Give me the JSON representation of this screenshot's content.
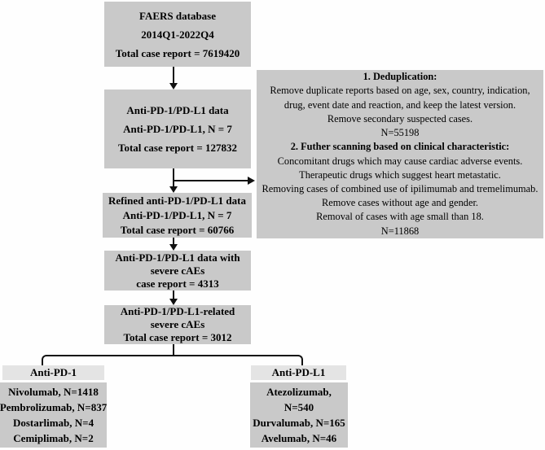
{
  "colors": {
    "box_fill": "#c9c9c9",
    "header_fill": "#e4e4e4",
    "line": "#111111",
    "page_bg": "#fefefe",
    "text": "#000000"
  },
  "flowchart": {
    "faers_box": {
      "lines": [
        "FAERS database",
        "2014Q1-2022Q4",
        "Total case report = 7619420"
      ]
    },
    "anti_pd_data_box": {
      "lines": [
        "Anti-PD-1/PD-L1 data",
        "Anti-PD-1/PD-L1, N = 7",
        "Total case report = 127832"
      ]
    },
    "exclusion_box": {
      "lines": [
        {
          "text": "1. Deduplication:",
          "bold": true
        },
        {
          "text": "Remove duplicate reports based on age, sex, country, indication,"
        },
        {
          "text": "drug, event date and reaction, and keep the latest version."
        },
        {
          "text": "Remove secondary suspected cases."
        },
        {
          "text": "N=55198"
        },
        {
          "text": "2. Futher scanning based on clinical characteristic:",
          "bold": true
        },
        {
          "text": "Concomitant drugs which may cause cardiac adverse events."
        },
        {
          "text": "Therapeutic drugs which suggest heart metastatic."
        },
        {
          "text": "Removing cases of combined use of ipilimumab and tremelimumab."
        },
        {
          "text": "Remove cases without age and gender."
        },
        {
          "text": "Removal of cases with age small than 18."
        },
        {
          "text": "N=11868"
        }
      ]
    },
    "refined_box": {
      "lines": [
        "Refined anti-PD-1/PD-L1 data",
        "Anti-PD-1/PD-L1, N = 7",
        "Total case report = 60766"
      ]
    },
    "severe_caes_box": {
      "lines": [
        "Anti-PD-1/PD-L1 data with",
        "severe cAEs",
        "case report = 4313"
      ]
    },
    "related_caes_box": {
      "lines": [
        "Anti-PD-1/PD-L1-related",
        "severe cAEs",
        "Total case report = 3012"
      ]
    },
    "anti_pd1_group": {
      "header": "Anti-PD-1",
      "lines": [
        "Nivolumab, N=1418",
        "Pembrolizumab, N=837",
        "Dostarlimab, N=4",
        "Cemiplimab, N=2"
      ]
    },
    "anti_pdl1_group": {
      "header": "Anti-PD-L1",
      "lines": [
        "Atezolizumab,",
        "N=540",
        "Durvalumab, N=165",
        "Avelumab, N=46"
      ]
    }
  }
}
